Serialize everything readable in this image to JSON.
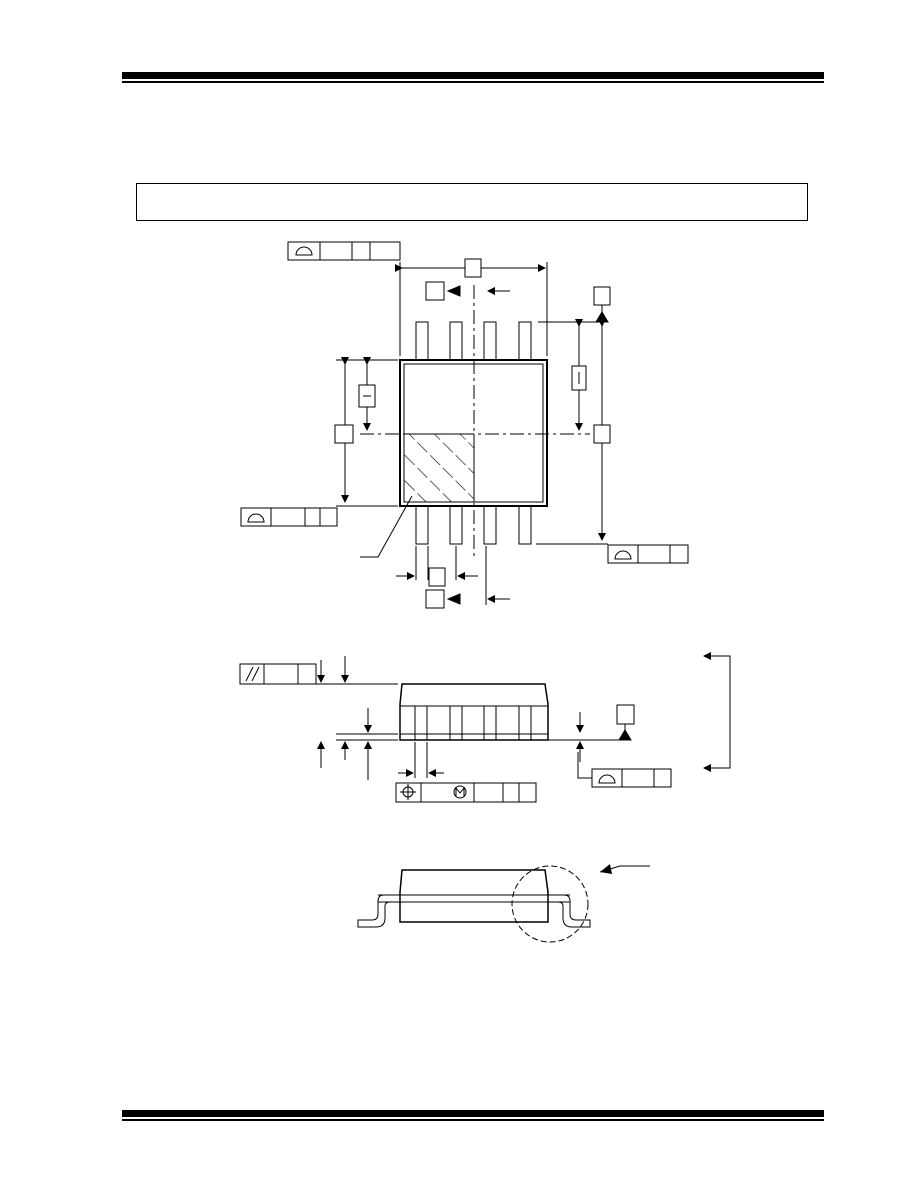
{
  "title_box": {
    "text": ""
  },
  "drawing": {
    "line_color": "#000000",
    "views": [
      "top-view",
      "side-view",
      "end-view"
    ],
    "leads_per_side": 4,
    "icons": {
      "profile": "semicircle-profile-icon",
      "parallelism": "parallelism-icon",
      "position": "position-icon",
      "mmc": "mmc-icon",
      "datum": "datum-triangle-icon"
    }
  }
}
